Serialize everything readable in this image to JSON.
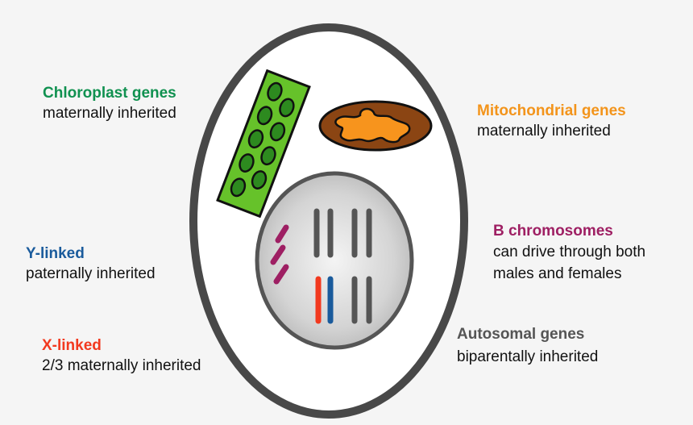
{
  "labels": {
    "chloroplast": {
      "title": "Chloroplast genes",
      "desc": "maternally inherited"
    },
    "mitochondrial": {
      "title": "Mitochondrial genes",
      "desc": "maternally inherited"
    },
    "b_chromosomes": {
      "title": "B chromosomes",
      "desc_line1": "can drive through both",
      "desc_line2": "males and females"
    },
    "y_linked": {
      "title": "Y-linked",
      "desc": "paternally inherited"
    },
    "x_linked": {
      "title": "X-linked",
      "desc": "2/3 maternally inherited"
    },
    "autosomal": {
      "title": "Autosomal genes",
      "desc": "biparentally inherited"
    }
  },
  "colors": {
    "chloroplast_title": "#109150",
    "mitochondrial_title": "#f3941b",
    "b_chromosome": "#9e1f63",
    "y_chromosome": "#1a5b9c",
    "x_chromosome": "#f2391f",
    "autosome": "#555555",
    "cell_outline": "#484848",
    "chloroplast_fill": "#66c22a",
    "mitochondrion_fill": "#8b4513",
    "mito_dna_fill": "#f7941d"
  }
}
